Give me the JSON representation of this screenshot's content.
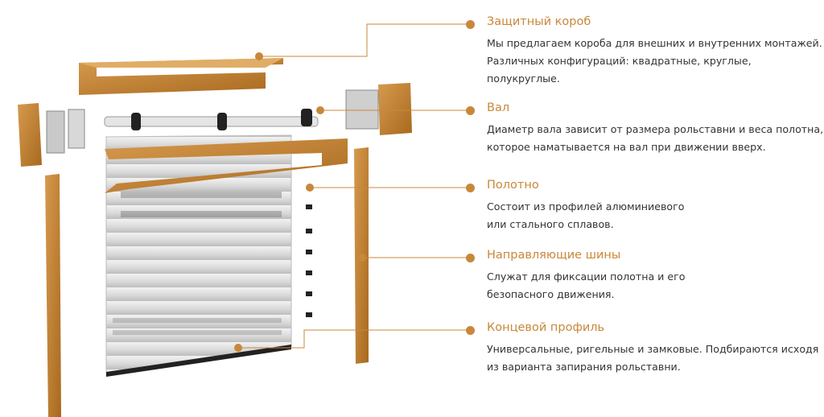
{
  "colors": {
    "accent": "#c8883a",
    "wood": "#b8782e",
    "text": "#333333"
  },
  "items": [
    {
      "title": "Защитный короб",
      "lines": [
        "Мы предлагаем короба для внешних и внутренних монтажей.",
        "Различных  конфигураций: квадратные, круглые,",
        "полукруглые."
      ]
    },
    {
      "title": "Вал",
      "lines": [
        "Диаметр вала зависит от размера рольставни и веса полотна,",
        "которое наматывается на вал при движении вверх."
      ]
    },
    {
      "title": "Полотно",
      "lines": [
        "Состоит из профилей алюминиевого",
        "или стального сплавов."
      ]
    },
    {
      "title": "Направляющие шины",
      "lines": [
        "Служат для фиксации полотна и его",
        "безопасного движения."
      ]
    },
    {
      "title": "Концевой профиль",
      "lines": [
        "Универсальные, ригельные и замковые. Подбираются исходя",
        "из варианта запирания рольставни."
      ]
    }
  ]
}
